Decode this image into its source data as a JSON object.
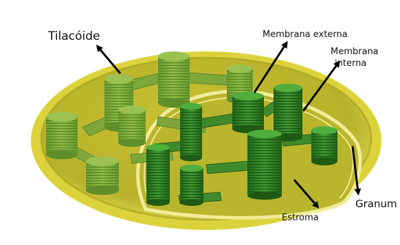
{
  "labels": {
    "tilacoide": "Tilacóide",
    "membrana_externa": "Membrana externa",
    "membrana_interna_line1": "Membrana",
    "membrana_interna_line2": "interna",
    "granum": "Granum",
    "estroma": "Estroma"
  },
  "colors": {
    "outer_membrane": "#d4c92e",
    "stroma": "#a9a72a",
    "inner_edge": "#e9e58f",
    "grana_light": "#86b33f",
    "grana_dark": "#2f7a24",
    "lamella": "#5f9a35",
    "arrow": "#000000"
  }
}
